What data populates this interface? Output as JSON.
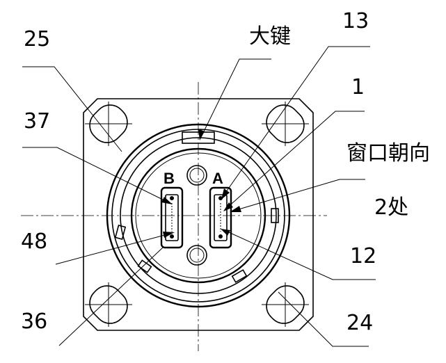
{
  "labels": {
    "pin_25": "25",
    "pin_37": "37",
    "pin_48": "48",
    "pin_36": "36",
    "pin_13": "13",
    "pin_1": "1",
    "pin_12": "12",
    "pin_24": "24",
    "big_key": "大键",
    "window_orientation": "窗口朝向",
    "two_places": "2处",
    "window_a": "A",
    "window_b": "B"
  },
  "colors": {
    "ink": "#000000",
    "background": "#ffffff"
  }
}
